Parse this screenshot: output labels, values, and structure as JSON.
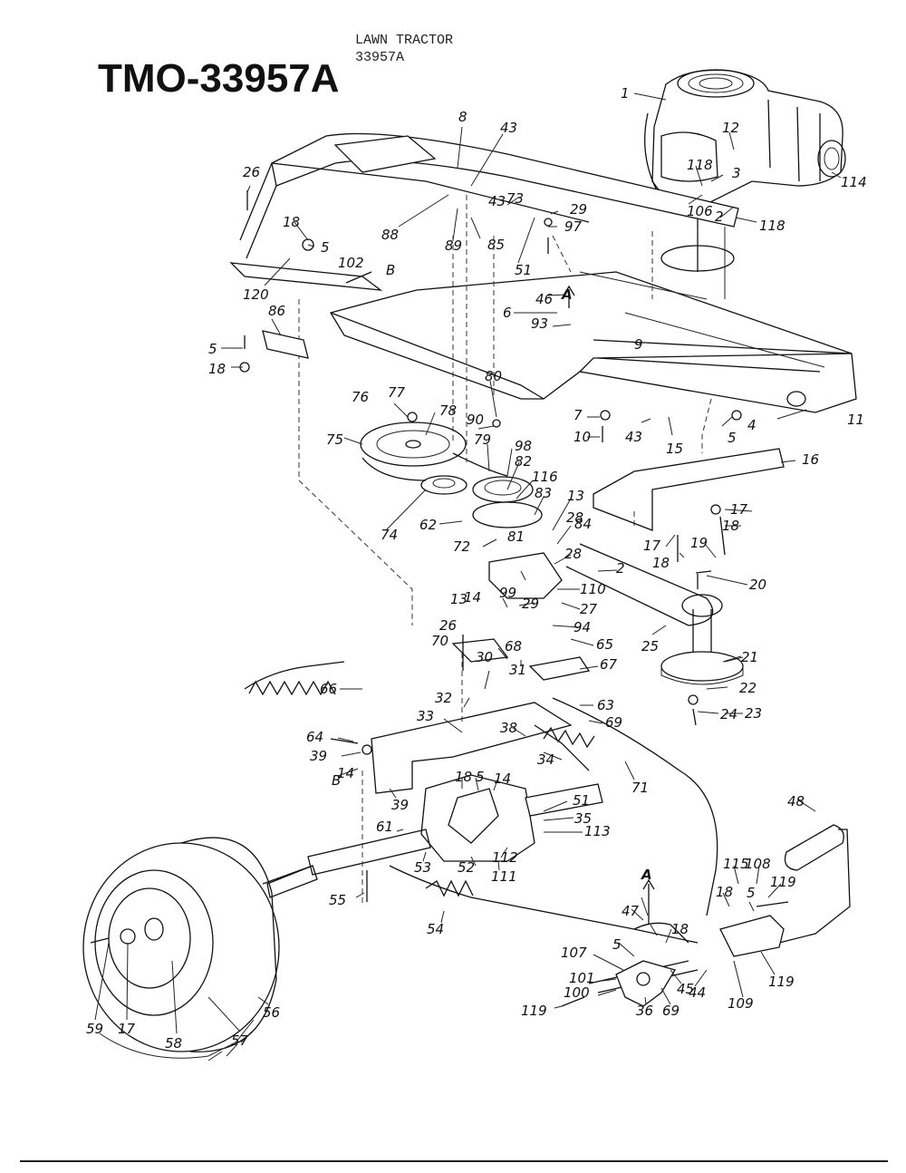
{
  "header": {
    "title": "LAWN TRACTOR",
    "model_number": "33957A",
    "diagram_id": "TMO-33957A"
  },
  "callouts": [
    {
      "id": "c-1",
      "text": "1"
    },
    {
      "id": "c-12",
      "text": "12"
    },
    {
      "id": "c-3",
      "text": "3"
    },
    {
      "id": "c-118a",
      "text": "118"
    },
    {
      "id": "c-106",
      "text": "106"
    },
    {
      "id": "c-2a",
      "text": "2"
    },
    {
      "id": "c-118b",
      "text": "118"
    },
    {
      "id": "c-114",
      "text": "114"
    },
    {
      "id": "c-8",
      "text": "8"
    },
    {
      "id": "c-43a",
      "text": "43"
    },
    {
      "id": "c-43b",
      "text": "43"
    },
    {
      "id": "c-73a",
      "text": "73"
    },
    {
      "id": "c-29a",
      "text": "29"
    },
    {
      "id": "c-97",
      "text": "97"
    },
    {
      "id": "c-88",
      "text": "88"
    },
    {
      "id": "c-89",
      "text": "89"
    },
    {
      "id": "c-85",
      "text": "85"
    },
    {
      "id": "c-51a",
      "text": "51"
    },
    {
      "id": "c-26a",
      "text": "26"
    },
    {
      "id": "c-18a",
      "text": "18"
    },
    {
      "id": "c-5a",
      "text": "5"
    },
    {
      "id": "c-102",
      "text": "102"
    },
    {
      "id": "c-Ba",
      "text": "B"
    },
    {
      "id": "c-120",
      "text": "120"
    },
    {
      "id": "c-86",
      "text": "86"
    },
    {
      "id": "c-5b",
      "text": "5"
    },
    {
      "id": "c-18b",
      "text": "18"
    },
    {
      "id": "c-46",
      "text": "46"
    },
    {
      "id": "c-Aa",
      "text": "A"
    },
    {
      "id": "c-6",
      "text": "6"
    },
    {
      "id": "c-93",
      "text": "93"
    },
    {
      "id": "c-9",
      "text": "9"
    },
    {
      "id": "c-80",
      "text": "80"
    },
    {
      "id": "c-76",
      "text": "76"
    },
    {
      "id": "c-77",
      "text": "77"
    },
    {
      "id": "c-78",
      "text": "78"
    },
    {
      "id": "c-90",
      "text": "90"
    },
    {
      "id": "c-79",
      "text": "79"
    },
    {
      "id": "c-98",
      "text": "98"
    },
    {
      "id": "c-75",
      "text": "75"
    },
    {
      "id": "c-82",
      "text": "82"
    },
    {
      "id": "c-116",
      "text": "116"
    },
    {
      "id": "c-7",
      "text": "7"
    },
    {
      "id": "c-10",
      "text": "10"
    },
    {
      "id": "c-43c",
      "text": "43"
    },
    {
      "id": "c-15",
      "text": "15"
    },
    {
      "id": "c-4",
      "text": "4"
    },
    {
      "id": "c-5c",
      "text": "5"
    },
    {
      "id": "c-11",
      "text": "11"
    },
    {
      "id": "c-16",
      "text": "16"
    },
    {
      "id": "c-74",
      "text": "74"
    },
    {
      "id": "c-62",
      "text": "62"
    },
    {
      "id": "c-83",
      "text": "83"
    },
    {
      "id": "c-13a",
      "text": "13"
    },
    {
      "id": "c-28a",
      "text": "28"
    },
    {
      "id": "c-84",
      "text": "84"
    },
    {
      "id": "c-81",
      "text": "81"
    },
    {
      "id": "c-72",
      "text": "72"
    },
    {
      "id": "c-28b",
      "text": "28"
    },
    {
      "id": "c-2b",
      "text": "2"
    },
    {
      "id": "c-17a",
      "text": "17"
    },
    {
      "id": "c-18c",
      "text": "18"
    },
    {
      "id": "c-17b",
      "text": "17"
    },
    {
      "id": "c-18d",
      "text": "18"
    },
    {
      "id": "c-19",
      "text": "19"
    },
    {
      "id": "c-20",
      "text": "20"
    },
    {
      "id": "c-99",
      "text": "99"
    },
    {
      "id": "c-110",
      "text": "110"
    },
    {
      "id": "c-27",
      "text": "27"
    },
    {
      "id": "c-13b",
      "text": "13"
    },
    {
      "id": "c-14a",
      "text": "14"
    },
    {
      "id": "c-29b",
      "text": "29"
    },
    {
      "id": "c-94",
      "text": "94"
    },
    {
      "id": "c-26b",
      "text": "26"
    },
    {
      "id": "c-70",
      "text": "70"
    },
    {
      "id": "c-68",
      "text": "68"
    },
    {
      "id": "c-65",
      "text": "65"
    },
    {
      "id": "c-25",
      "text": "25"
    },
    {
      "id": "c-21",
      "text": "21"
    },
    {
      "id": "c-30",
      "text": "30"
    },
    {
      "id": "c-31",
      "text": "31"
    },
    {
      "id": "c-67",
      "text": "67"
    },
    {
      "id": "c-66",
      "text": "66"
    },
    {
      "id": "c-32",
      "text": "32"
    },
    {
      "id": "c-22",
      "text": "22"
    },
    {
      "id": "c-24",
      "text": "24"
    },
    {
      "id": "c-23",
      "text": "23"
    },
    {
      "id": "c-63",
      "text": "63"
    },
    {
      "id": "c-69a",
      "text": "69"
    },
    {
      "id": "c-33",
      "text": "33"
    },
    {
      "id": "c-64",
      "text": "64"
    },
    {
      "id": "c-39a",
      "text": "39"
    },
    {
      "id": "c-38",
      "text": "38"
    },
    {
      "id": "c-14b",
      "text": "14"
    },
    {
      "id": "c-Bb",
      "text": "B"
    },
    {
      "id": "c-34",
      "text": "34"
    },
    {
      "id": "c-71",
      "text": "71"
    },
    {
      "id": "c-18e",
      "text": "18"
    },
    {
      "id": "c-5d",
      "text": "5"
    },
    {
      "id": "c-14c",
      "text": "14"
    },
    {
      "id": "c-39b",
      "text": "39"
    },
    {
      "id": "c-51b",
      "text": "51"
    },
    {
      "id": "c-35",
      "text": "35"
    },
    {
      "id": "c-48",
      "text": "48"
    },
    {
      "id": "c-61",
      "text": "61"
    },
    {
      "id": "c-113",
      "text": "113"
    },
    {
      "id": "c-53",
      "text": "53"
    },
    {
      "id": "c-52",
      "text": "52"
    },
    {
      "id": "c-112",
      "text": "112"
    },
    {
      "id": "c-111",
      "text": "111"
    },
    {
      "id": "c-Ab",
      "text": "A"
    },
    {
      "id": "c-115",
      "text": "115"
    },
    {
      "id": "c-108",
      "text": "108"
    },
    {
      "id": "c-119a",
      "text": "119"
    },
    {
      "id": "c-18f",
      "text": "18"
    },
    {
      "id": "c-5e",
      "text": "5"
    },
    {
      "id": "c-55",
      "text": "55"
    },
    {
      "id": "c-54",
      "text": "54"
    },
    {
      "id": "c-47",
      "text": "47"
    },
    {
      "id": "c-18g",
      "text": "18"
    },
    {
      "id": "c-107",
      "text": "107"
    },
    {
      "id": "c-5f",
      "text": "5"
    },
    {
      "id": "c-101",
      "text": "101"
    },
    {
      "id": "c-100",
      "text": "100"
    },
    {
      "id": "c-119b",
      "text": "119"
    },
    {
      "id": "c-36",
      "text": "36"
    },
    {
      "id": "c-69b",
      "text": "69"
    },
    {
      "id": "c-45",
      "text": "45"
    },
    {
      "id": "c-44",
      "text": "44"
    },
    {
      "id": "c-109",
      "text": "109"
    },
    {
      "id": "c-119c",
      "text": "119"
    },
    {
      "id": "c-59",
      "text": "59"
    },
    {
      "id": "c-17c",
      "text": "17"
    },
    {
      "id": "c-58",
      "text": "58"
    },
    {
      "id": "c-57",
      "text": "57"
    },
    {
      "id": "c-56",
      "text": "56"
    }
  ]
}
